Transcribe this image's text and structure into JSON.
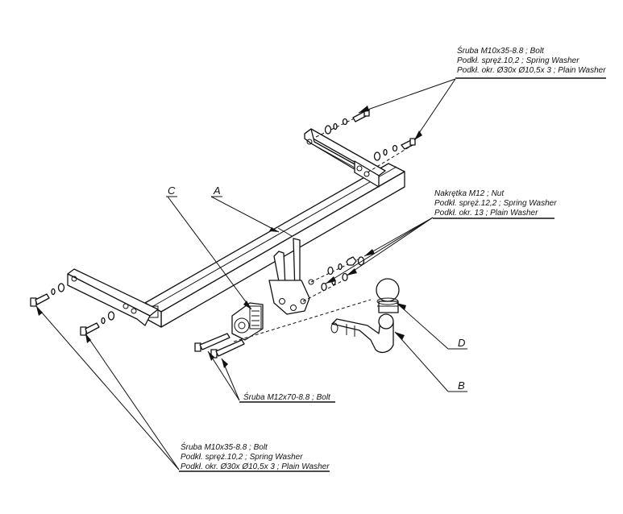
{
  "callouts": {
    "top_right": [
      "Śruba M10x35-8.8 ;  Bolt",
      "Podkł. spręż.10,2 ; Spring Washer",
      "Podkł. okr.  Ø30x Ø10,5x 3 ; Plain Washer"
    ],
    "middle_right": [
      "Nakrętka  M12 ; Nut",
      "Podkł. spręż.12,2 ; Spring Washer",
      "Podkł. okr. 13 ; Plain Washer"
    ],
    "bolt_m12": "Śruba M12x70-8.8 ;  Bolt",
    "bottom_left": [
      "Śruba M10x35-8.8 ;  Bolt",
      "Podkł. spręż.10,2 ; Spring Washer",
      "Podkł. okr.  Ø30x Ø10,5x 3 ; Plain Washer"
    ]
  },
  "part_letters": {
    "a": "A",
    "b": "B",
    "c": "C",
    "d": "D"
  },
  "colors": {
    "line": "#111111",
    "background": "#ffffff"
  }
}
